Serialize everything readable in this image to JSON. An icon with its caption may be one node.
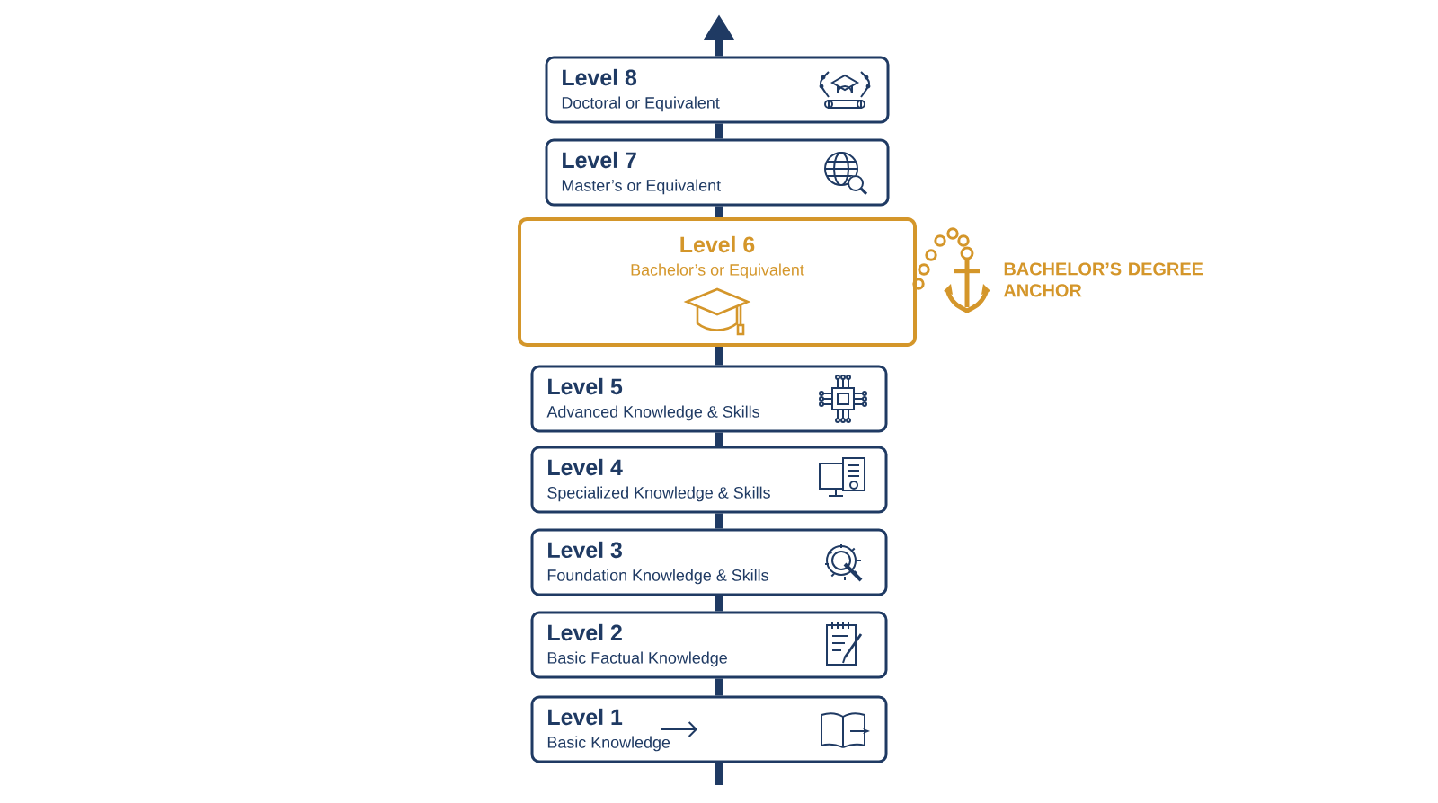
{
  "diagram": {
    "nodes": [
      {
        "text": [
          "Level 8",
          "Doctoral or Equivalent"
        ]
      },
      {
        "text": [
          "Level 7",
          "Master’s or Equivalent"
        ]
      },
      {
        "text": [
          "Level 6",
          "Bachelor’s or Equivalent"
        ]
      },
      {
        "text": [
          "Level 5",
          "Advanced Knowledge & Skills"
        ]
      },
      {
        "text": [
          "Level 4",
          "Specialized Knowledge & Skills"
        ]
      },
      {
        "text": [
          "Level 3",
          "Foundation Knowledge & Skills"
        ]
      },
      {
        "text": [
          "Level 2",
          "Basic Factual Knowledge"
        ]
      },
      {
        "text": [
          "Level 1",
          "Basic Knowledge"
        ]
      }
    ],
    "edges": [
      {
        "from": null,
        "to": 7,
        "arrow": "none"
      },
      {
        "from": 7,
        "to": 6,
        "arrow": "none"
      },
      {
        "from": 6,
        "to": 5,
        "arrow": "none"
      },
      {
        "from": 5,
        "to": 4,
        "arrow": "none"
      },
      {
        "from": 4,
        "to": 3,
        "arrow": "none"
      },
      {
        "from": 3,
        "to": 2,
        "arrow": "none"
      },
      {
        "from": 2,
        "to": 1,
        "arrow": "none"
      },
      {
        "from": 1,
        "to": 0,
        "arrow": "none"
      },
      {
        "from": 0,
        "to": null,
        "arrow": "to"
      }
    ],
    "labels": [
      "BACHELOR’S DEGREE ANCHOR"
    ]
  }
}
